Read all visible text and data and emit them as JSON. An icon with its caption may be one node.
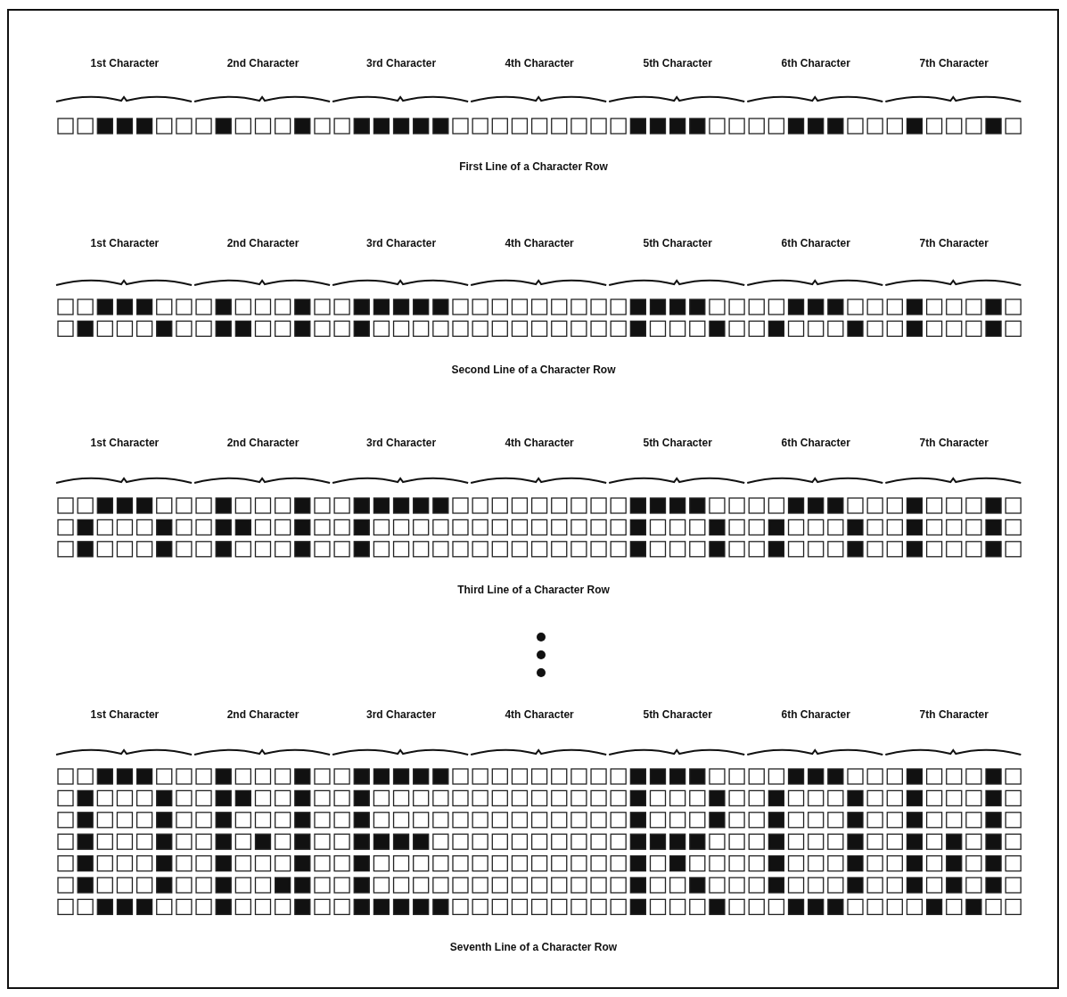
{
  "diagram": {
    "labels": [
      "1st Character",
      "2nd Character",
      "3rd Character",
      "4th Character",
      "5th Character",
      "6th Character",
      "7th Character",
      "First Line of a Character Row",
      "1st Character",
      "2nd Character",
      "3rd Character",
      "4th Character",
      "5th Character",
      "6th Character",
      "7th Character",
      "Second Line of a Character Row",
      "1st Character",
      "2nd Character",
      "3rd Character",
      "4th Character",
      "5th Character",
      "6th Character",
      "7th Character",
      "Third Line of a Character Row",
      "1st Character",
      "2nd Character",
      "3rd Character",
      "4th Character",
      "5th Character",
      "6th Character",
      "7th Character",
      "Seventh Line of a Character Row"
    ]
  }
}
